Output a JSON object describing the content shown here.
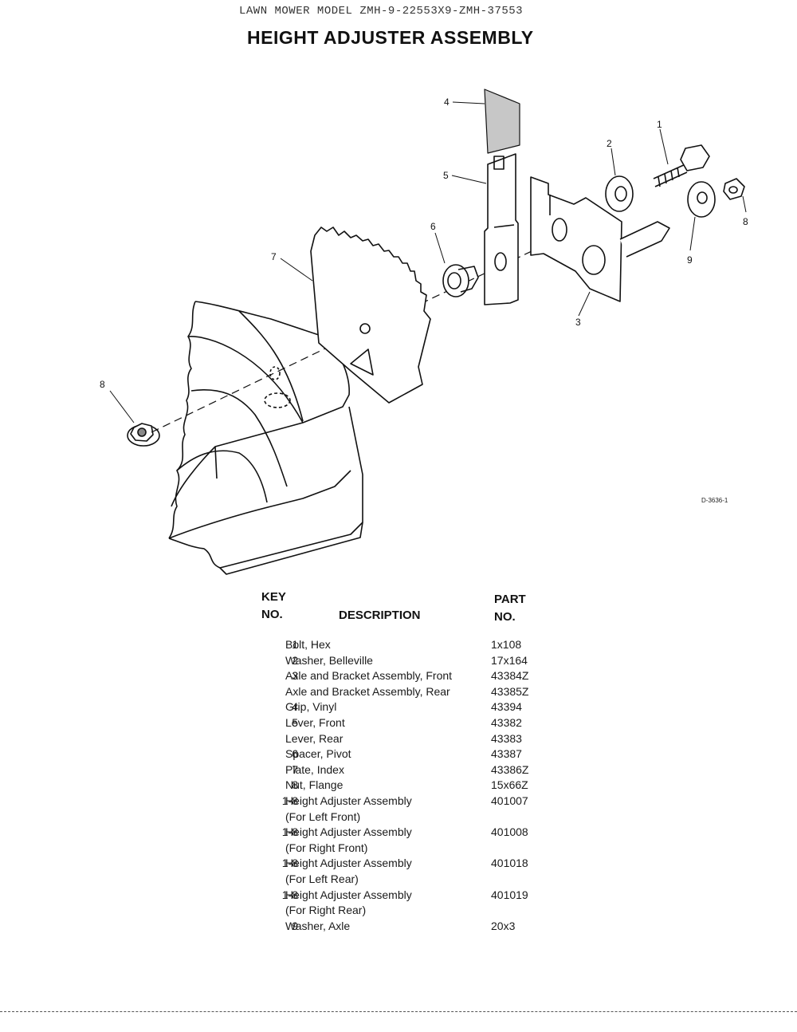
{
  "header": {
    "model_line": "LAWN MOWER MODEL ZMH-9-22553X9-ZMH-37553",
    "title": "HEIGHT ADJUSTER ASSEMBLY"
  },
  "diagram": {
    "callouts": [
      "1",
      "2",
      "3",
      "4",
      "5",
      "6",
      "7",
      "8",
      "8",
      "9"
    ],
    "drawing_code": "D-3636-1"
  },
  "table": {
    "key_header_line1": "KEY",
    "key_header_line2": "NO.",
    "description_header": "DESCRIPTION",
    "part_header_line1": "PART",
    "part_header_line2": "NO.",
    "rows": [
      {
        "key": "1",
        "description": "Bolt, Hex",
        "part": "1x108"
      },
      {
        "key": "2",
        "description": "Washer, Belleville",
        "part": "17x164"
      },
      {
        "key": "3",
        "description": "Axle and Bracket Assembly, Front",
        "part": "43384Z"
      },
      {
        "key": "",
        "description": "Axle and Bracket Assembly, Rear",
        "part": "43385Z"
      },
      {
        "key": "4",
        "description": "Grip, Vinyl",
        "part": "43394"
      },
      {
        "key": "5",
        "description": "Lever, Front",
        "part": "43382"
      },
      {
        "key": "",
        "description": "Lever, Rear",
        "part": "43383"
      },
      {
        "key": "6",
        "description": "Spacer, Pivot",
        "part": "43387"
      },
      {
        "key": "7",
        "description": "Plate, Index",
        "part": "43386Z"
      },
      {
        "key": "8",
        "description": "Nut, Flange",
        "part": "15x66Z"
      },
      {
        "key": "1-8",
        "description": "Height Adjuster Assembly",
        "part": "401007"
      },
      {
        "key": "",
        "description": "(For Left Front)",
        "part": ""
      },
      {
        "key": "1-8",
        "description": "Height Adjuster Assembly",
        "part": "401008"
      },
      {
        "key": "",
        "description": "(For Right Front)",
        "part": ""
      },
      {
        "key": "1-8",
        "description": "Height Adjuster Assembly",
        "part": "401018"
      },
      {
        "key": "",
        "description": "(For Left Rear)",
        "part": ""
      },
      {
        "key": "1-8",
        "description": "Height Adjuster Assembly",
        "part": "401019"
      },
      {
        "key": "",
        "description": "(For Right Rear)",
        "part": ""
      },
      {
        "key": "9",
        "description": "Washer, Axle",
        "part": "20x3"
      }
    ]
  }
}
